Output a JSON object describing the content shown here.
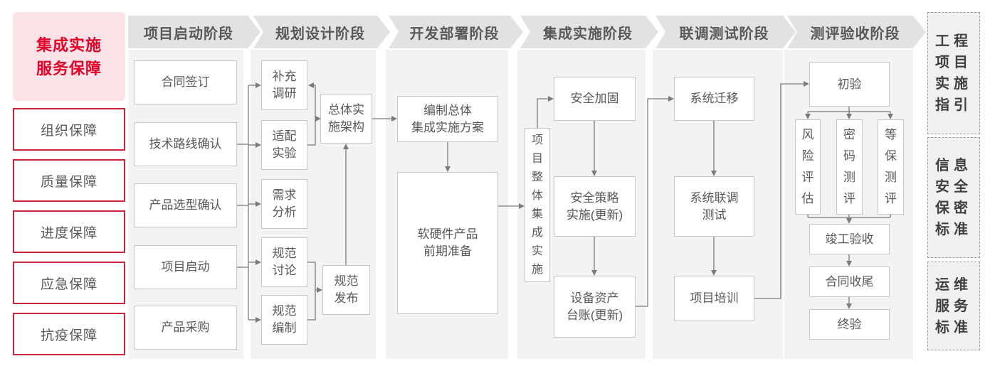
{
  "sidebar": {
    "title": "集成实施\n服务保障",
    "items": [
      "组织保障",
      "质量保障",
      "进度保障",
      "应急保障",
      "抗疫保障"
    ]
  },
  "phases": [
    "项目启动阶段",
    "规划设计阶段",
    "开发部署阶段",
    "集成实施阶段",
    "联调测试阶段",
    "测评验收阶段"
  ],
  "flow": {
    "contract_signing": "合同签订",
    "tech_route_confirm": "技术路线确认",
    "product_selection_confirm": "产品选型确认",
    "project_kickoff": "项目启动",
    "product_procurement": "产品采购",
    "supplementary_research": "补充调研",
    "adaptation_test": "适配实验",
    "requirement_analysis": "需求分析",
    "spec_discussion": "规范讨论",
    "spec_compilation": "规范编制",
    "overall_architecture": "总体实施架构",
    "spec_release": "规范发布",
    "overall_plan": "编制总体\n集成实施方案",
    "hw_sw_preparation": "软硬件产品\n前期准备",
    "project_integration": "项目整体集成实施",
    "security_hardening": "安全加固",
    "security_policy": "安全策略\n实施(更新)",
    "asset_ledger": "设备资产\n台账(更新)",
    "system_migration": "系统迁移",
    "joint_testing": "系统联调\n测试",
    "project_training": "项目培训",
    "initial_acceptance": "初验",
    "risk_assessment": "风险评估",
    "crypto_testing": "密码测评",
    "mlps_testing": "等保测评",
    "completion_acceptance": "竣工验收",
    "contract_closure": "合同收尾",
    "final_acceptance": "终验"
  },
  "standards": [
    "工程项目实施指引",
    "信息安全保密标准",
    "运维服务标准"
  ],
  "colors": {
    "accent_red": "#e60028",
    "pink_bg": "#fbe3e7",
    "red_border": "#c9253c",
    "header_gray": "#e2e2e2",
    "column_gray": "#f3f3f3",
    "box_border": "#c6c6c6",
    "line_gray": "#7b7b7b",
    "text_gray": "#595757"
  }
}
